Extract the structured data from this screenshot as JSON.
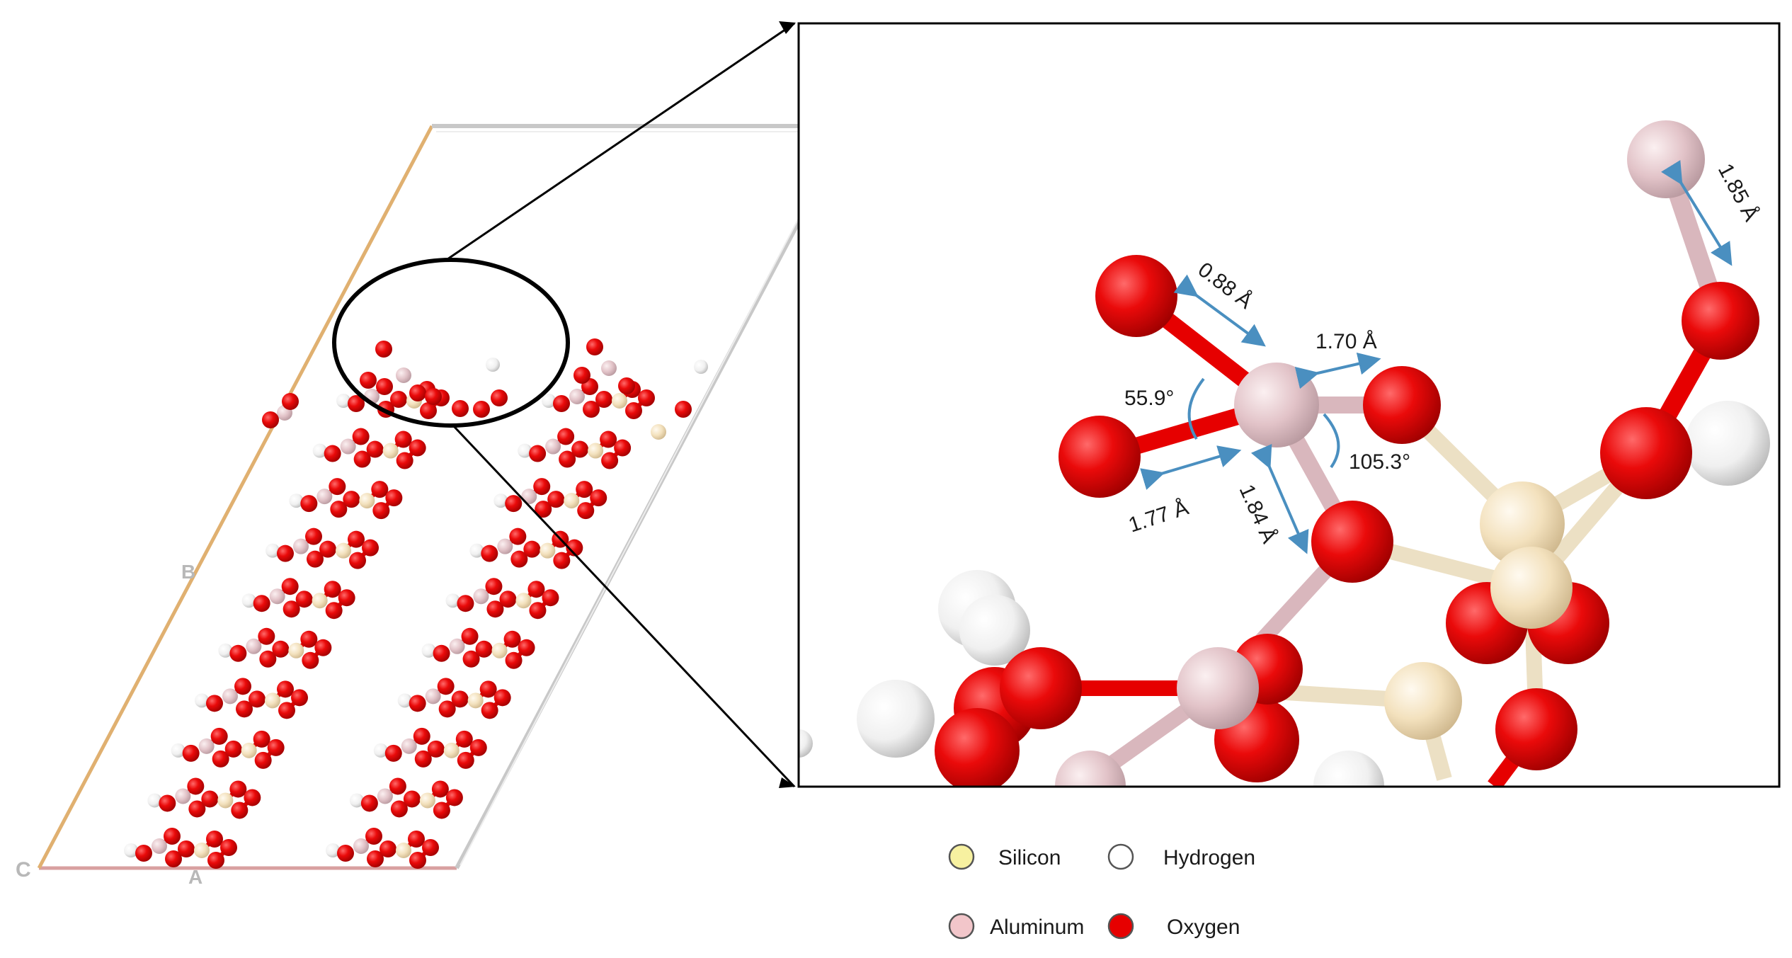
{
  "axes": {
    "a": "A",
    "b": "B",
    "c": "C"
  },
  "measurements": {
    "bond_1": "0.88 Å",
    "bond_2": "1.70 Å",
    "angle_1": "55.9°",
    "angle_2": "105.3°",
    "bond_3": "1.77 Å",
    "bond_4": "1.84 Å",
    "bond_5": "1.85 Å"
  },
  "legend": [
    {
      "label": "Silicon",
      "color": "#f7f1a0"
    },
    {
      "label": "Hydrogen",
      "color": "#ffffff"
    },
    {
      "label": "Aluminum",
      "color": "#f2c6ca"
    },
    {
      "label": "Oxygen",
      "color": "#e60000"
    }
  ],
  "colors": {
    "oxygen": "#e60000",
    "aluminum": "#e8cfd3",
    "silicon": "#f5e6c4",
    "hydrogen": "#f2f2f2",
    "arrow": "#4a8fc0",
    "cell_edge": "#c8c8c8",
    "axis_b_edge": "#e0b070"
  }
}
